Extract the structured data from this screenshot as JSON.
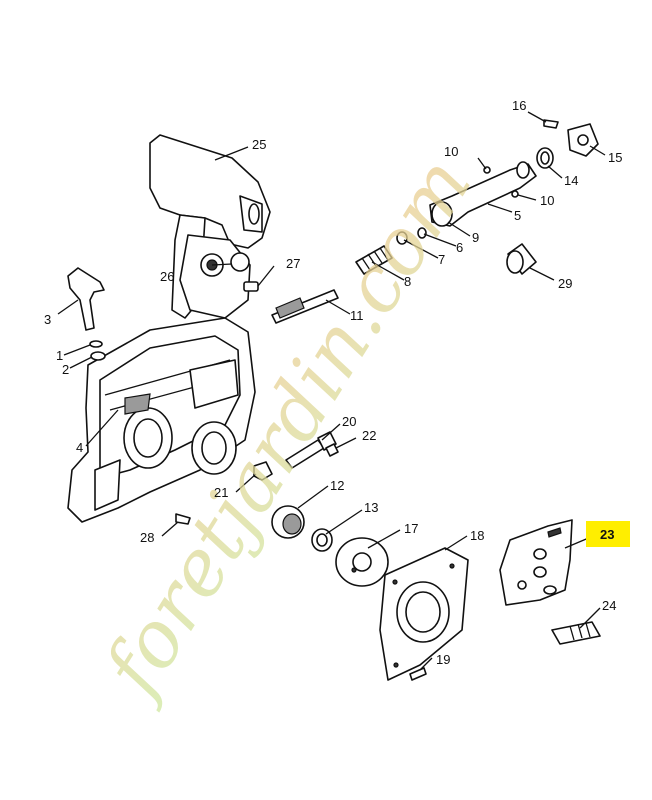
{
  "highlight_color": "#ffee00",
  "watermark": {
    "text": "foretjardin.com",
    "color_start": "#cfe8a0",
    "color_end": "#f0c890"
  },
  "parts": [
    {
      "id": "p1",
      "label": "1"
    },
    {
      "id": "p2",
      "label": "2"
    },
    {
      "id": "p3",
      "label": "3"
    },
    {
      "id": "p4",
      "label": "4"
    },
    {
      "id": "p5",
      "label": "5"
    },
    {
      "id": "p6",
      "label": "6"
    },
    {
      "id": "p7",
      "label": "7"
    },
    {
      "id": "p8",
      "label": "8"
    },
    {
      "id": "p9",
      "label": "9"
    },
    {
      "id": "p10a",
      "label": "10"
    },
    {
      "id": "p10b",
      "label": "10"
    },
    {
      "id": "p11",
      "label": "11"
    },
    {
      "id": "p12",
      "label": "12"
    },
    {
      "id": "p13",
      "label": "13"
    },
    {
      "id": "p14",
      "label": "14"
    },
    {
      "id": "p15",
      "label": "15"
    },
    {
      "id": "p16",
      "label": "16"
    },
    {
      "id": "p17",
      "label": "17"
    },
    {
      "id": "p18",
      "label": "18"
    },
    {
      "id": "p19",
      "label": "19"
    },
    {
      "id": "p20",
      "label": "20"
    },
    {
      "id": "p21",
      "label": "21"
    },
    {
      "id": "p22",
      "label": "22"
    },
    {
      "id": "p23",
      "label": "23",
      "highlighted": true
    },
    {
      "id": "p24",
      "label": "24"
    },
    {
      "id": "p25",
      "label": "25"
    },
    {
      "id": "p26",
      "label": "26"
    },
    {
      "id": "p27",
      "label": "27"
    },
    {
      "id": "p28",
      "label": "28"
    },
    {
      "id": "p29",
      "label": "29"
    }
  ]
}
